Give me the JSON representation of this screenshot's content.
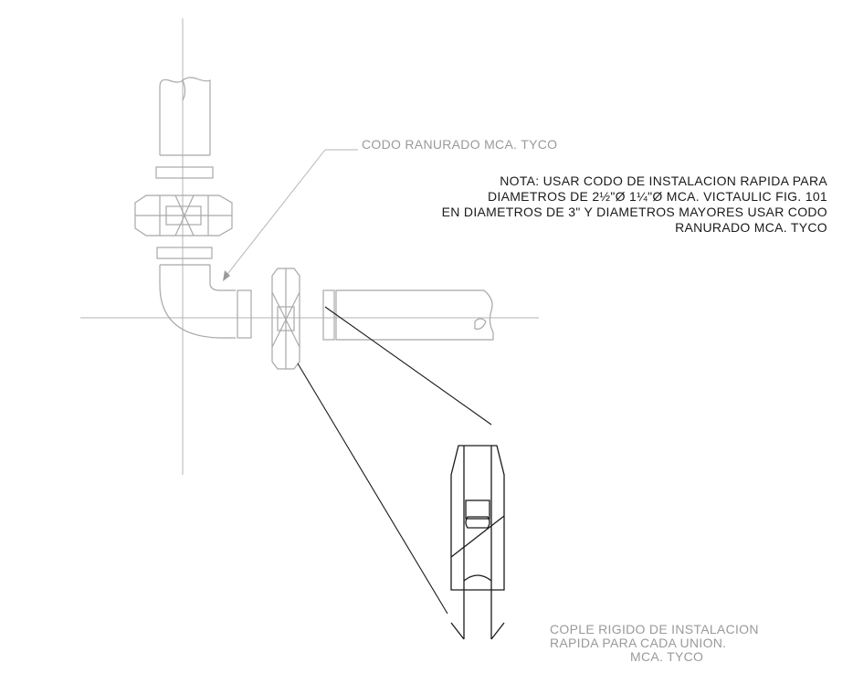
{
  "labels": {
    "elbow_callout": "CODO RANURADO MCA. TYCO",
    "note_line1": "NOTA: USAR CODO DE INSTALACION RAPIDA PARA",
    "note_line2": "DIAMETROS DE 2½\"Ø 1¼\"Ø MCA. VICTAULIC FIG. 101",
    "note_line3": "EN DIAMETROS DE 3\" Y DIAMETROS MAYORES USAR CODO",
    "note_line4": "RANURADO MCA. TYCO",
    "coupling_line1": "COPLE RIGIDO DE INSTALACION",
    "coupling_line2": "RAPIDA PARA CADA UNION.",
    "coupling_line3": "MCA. TYCO"
  },
  "colors": {
    "light_line": "#a8a8a8",
    "dark_line": "#1a1a1a",
    "callout_text": "#9a9a9a",
    "note_text": "#1a1a1a"
  }
}
